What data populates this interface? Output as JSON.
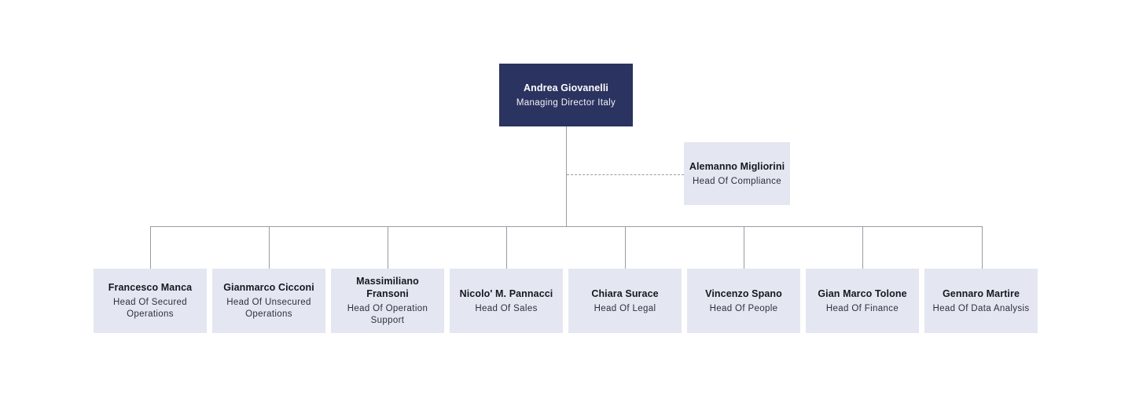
{
  "chart_title": "",
  "colors": {
    "root_background": "#2b3360",
    "root_text": "#ffffff",
    "node_background": "#e4e6f2",
    "node_text": "#16181d",
    "connector": "#9a9aa2"
  },
  "root": {
    "name": "Andrea Giovanelli",
    "title": "Managing Director Italy"
  },
  "staff": {
    "name": "Alemanno Migliorini",
    "title": "Head Of Compliance",
    "link_style": "dashed"
  },
  "children": [
    {
      "name": "Francesco Manca",
      "title": "Head Of Secured Operations"
    },
    {
      "name": "Gianmarco Cicconi",
      "title": "Head Of Unsecured Operations"
    },
    {
      "name": "Massimiliano Fransoni",
      "title": "Head Of Operation Support"
    },
    {
      "name": "Nicolo' M. Pannacci",
      "title": "Head Of Sales"
    },
    {
      "name": "Chiara Surace",
      "title": "Head Of Legal"
    },
    {
      "name": "Vincenzo Spano",
      "title": "Head Of People"
    },
    {
      "name": "Gian Marco Tolone",
      "title": "Head Of Finance"
    },
    {
      "name": "Gennaro Martire",
      "title": "Head Of Data Analysis"
    }
  ]
}
